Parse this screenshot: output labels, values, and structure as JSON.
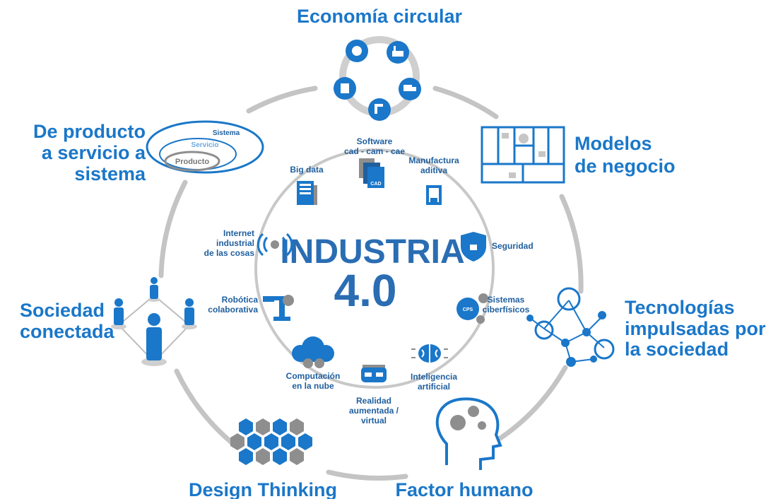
{
  "center": {
    "line1": "INDUSTRIA",
    "line2": "4.0"
  },
  "outer": {
    "economia_circular": "Economía circular",
    "modelos_negocio": [
      "Modelos",
      "de negocio"
    ],
    "tecnologias": [
      "Tecnologías",
      "impulsadas por",
      "la sociedad"
    ],
    "factor_humano": "Factor humano",
    "design_thinking": "Design Thinking",
    "sociedad_conectada": [
      "Sociedad",
      "conectada"
    ],
    "producto_servicio": [
      "De producto",
      "a servicio a",
      "sistema"
    ]
  },
  "ellipse_labels": {
    "sistema": "Sistema",
    "servicio": "Servicio",
    "producto": "Producto"
  },
  "inner": {
    "software": [
      "Software",
      "cad - cam - cae"
    ],
    "cad_badge": "CAD",
    "manufactura": [
      "Manufactura",
      "aditiva"
    ],
    "seguridad": "Seguridad",
    "sistemas": [
      "Sistemas",
      "ciberfísicos"
    ],
    "cps_badge": "CPS",
    "inteligencia": [
      "Inteligencia",
      "artificial"
    ],
    "realidad": [
      "Realidad",
      "aumentada /",
      "virtual"
    ],
    "computacion": [
      "Computación",
      "en la nube"
    ],
    "robotica": [
      "Robótica",
      "colaborativa"
    ],
    "internet": [
      "Internet",
      "industrial",
      "de las cosas"
    ],
    "big_data": "Big data"
  },
  "colors": {
    "primary": "#1a77c9",
    "dark": "#1f5f9e",
    "ring": "#c2c2c2",
    "light": "#d3d3d3"
  }
}
